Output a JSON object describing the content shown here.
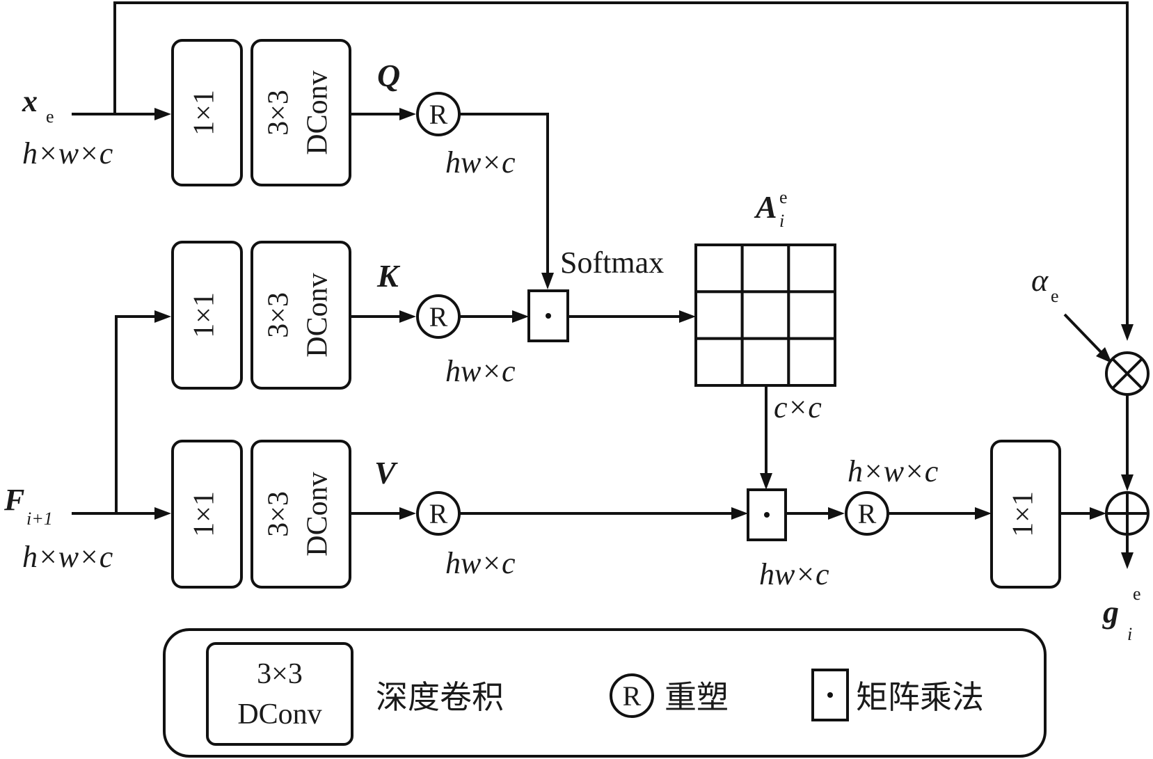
{
  "inputs": {
    "x_symbol": "x",
    "x_sub": "e",
    "x_dims": "h×w×c",
    "f_symbol": "F",
    "f_sub": "i+1",
    "f_dims": "h×w×c"
  },
  "blocks": {
    "conv1x1": "1×1",
    "dconv_line1": "3×3",
    "dconv_line2": "DConv"
  },
  "branches": {
    "q_label": "Q",
    "k_label": "K",
    "v_label": "V",
    "q_dims": "hw×c",
    "k_dims": "hw×c",
    "v_dims": "hw×c"
  },
  "ops": {
    "reshape_symbol": "R",
    "matmul_symbol": "·",
    "softmax": "Softmax"
  },
  "attention": {
    "symbol": "A",
    "sub": "i",
    "sup": "e",
    "dims": "c×c",
    "grid_rows": 3,
    "grid_cols": 3
  },
  "output": {
    "matmul_dims": "hw×c",
    "reshape_dims": "h×w×c",
    "alpha_symbol": "α",
    "alpha_sub": "e",
    "multiply_symbol": "⊗",
    "add_symbol": "⊕",
    "g_symbol": "g",
    "g_sub": "i",
    "g_sup": "e"
  },
  "legend": {
    "dconv_line1": "3×3",
    "dconv_line2": "DConv",
    "dconv_desc": "深度卷积",
    "reshape_symbol": "R",
    "reshape_desc": "重塑",
    "matmul_symbol": "·",
    "matmul_desc": "矩阵乘法"
  }
}
